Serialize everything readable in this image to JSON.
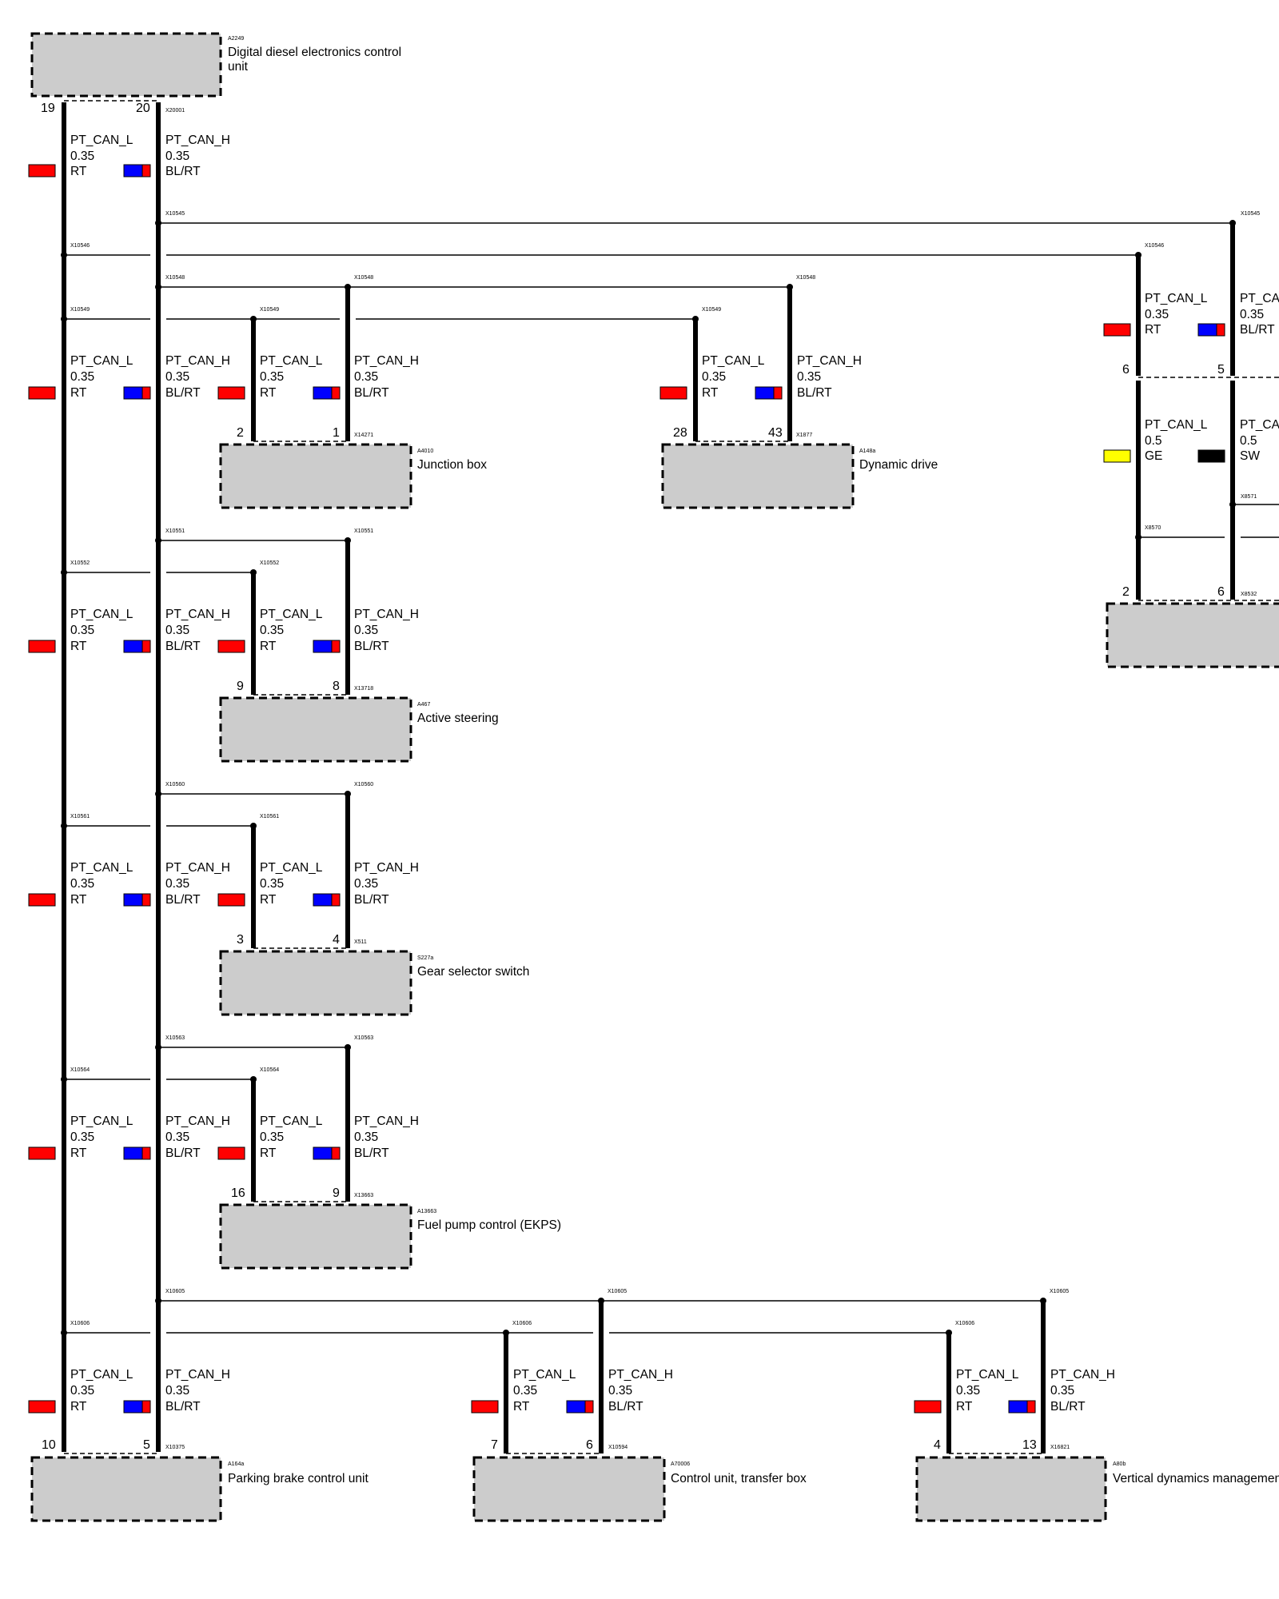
{
  "colors": {
    "red": "#ff0000",
    "blue": "#0000ff",
    "yellow": "#ffff00",
    "black": "#000000",
    "module_fill": "#cccccc"
  },
  "modules": {
    "ddec": {
      "code": "A2249",
      "name_1": "Digital diesel electronics control",
      "name_2": "unit",
      "pin_l": "19",
      "pin_h": "20",
      "connector": "X20001"
    },
    "junction_box": {
      "code": "A4010",
      "name": "Junction box",
      "pin_l": "2",
      "pin_h": "1",
      "connector": "X14271"
    },
    "dynamic_drive": {
      "code": "A148a",
      "name": "Dynamic drive",
      "pin_l": "28",
      "pin_h": "43",
      "connector": "X1877"
    },
    "active_steering": {
      "code": "A467",
      "name": "Active steering",
      "pin_l": "9",
      "pin_h": "8",
      "connector": "X13718"
    },
    "gear_selector": {
      "code": "S227a",
      "name": "Gear selector switch",
      "pin_l": "3",
      "pin_h": "4",
      "connector": "X511"
    },
    "fuel_pump": {
      "code": "A13663",
      "name": "Fuel pump control (EKPS)",
      "pin_l": "16",
      "pin_h": "9",
      "connector": "X13663"
    },
    "parking_brake": {
      "code": "A164a",
      "name": "Parking brake control unit",
      "pin_l": "10",
      "pin_h": "5",
      "connector": "X10375"
    },
    "transfer_box": {
      "code": "A70006",
      "name": "Control unit, transfer box",
      "pin_l": "7",
      "pin_h": "6",
      "connector": "X10594"
    },
    "vdm": {
      "code": "A80b",
      "name": "Vertical dynamics managemen",
      "pin_l": "4",
      "pin_h": "13",
      "connector": "X16821"
    },
    "right_module": {
      "pin_l": "2",
      "pin_h": "6",
      "connector": "X8532"
    }
  },
  "labels": {
    "can_l": "PT_CAN_L",
    "can_h": "PT_CAN_H",
    "can_cut": "PT_CA",
    "size_035": "0.35",
    "size_05": "0.5",
    "rt": "RT",
    "blrt": "BL/RT",
    "ge": "GE",
    "sw": "SW"
  },
  "splices": {
    "x10545": "X10545",
    "x10546": "X10546",
    "x10548": "X10548",
    "x10549": "X10549",
    "x10551": "X10551",
    "x10552": "X10552",
    "x10560": "X10560",
    "x10561": "X10561",
    "x10563": "X10563",
    "x10564": "X10564",
    "x10605": "X10605",
    "x10606": "X10606",
    "x8570": "X8570",
    "x8571": "X8571"
  },
  "right_pins": {
    "l": "6",
    "h": "5"
  }
}
